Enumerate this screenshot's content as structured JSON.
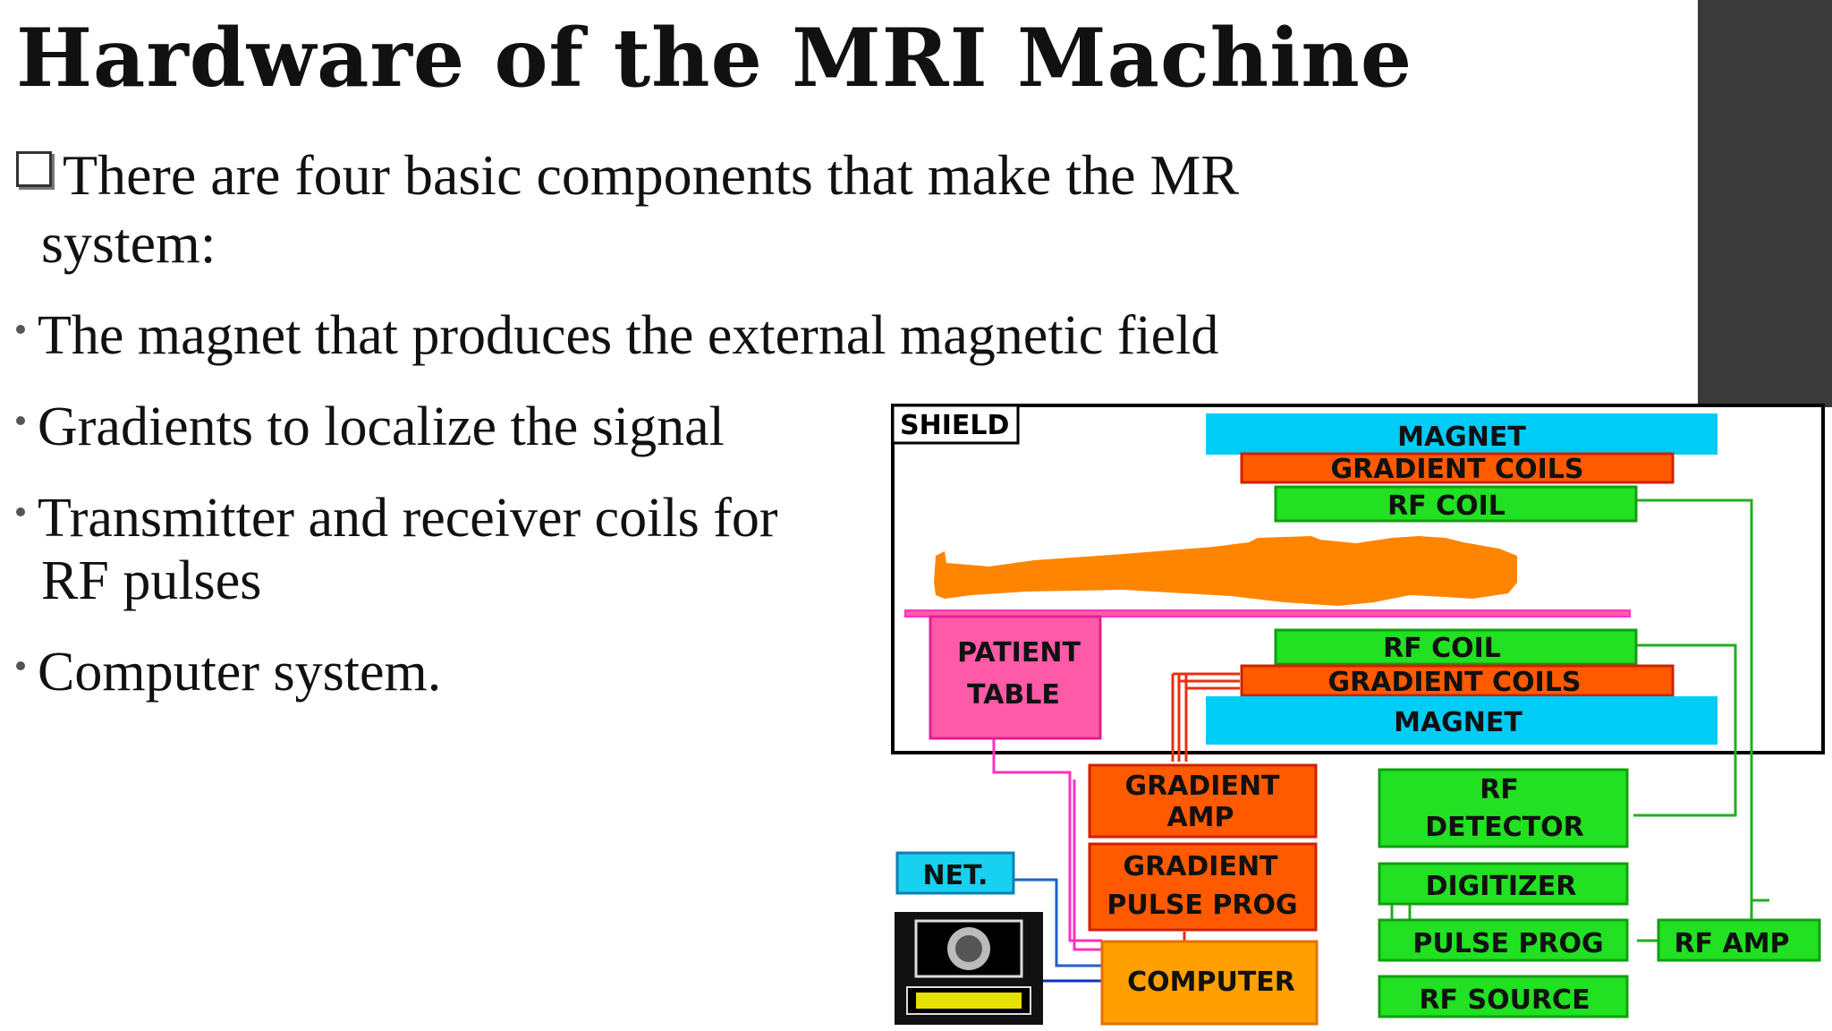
{
  "slide": {
    "title": "Hardware of the MRI Machine",
    "intro_line1": "There are four basic components that make the MR",
    "intro_line2": "system:",
    "bullets": [
      {
        "text": "The magnet that produces the external magnetic field",
        "cont": ""
      },
      {
        "text": "Gradients to localize the signal",
        "cont": ""
      },
      {
        "text": "Transmitter and receiver coils for",
        "cont": "RF pulses"
      },
      {
        "text": "Computer system.",
        "cont": ""
      }
    ]
  },
  "diagram": {
    "shield": "SHIELD",
    "magnet_top": "MAGNET",
    "gradient_coils_top": "GRADIENT  COILS",
    "rf_coil_top": "RF  COIL",
    "rf_coil_bottom": "RF  COIL",
    "gradient_coils_bottom": "GRADIENT  COILS",
    "magnet_bottom": "MAGNET",
    "patient_table_1": "PATIENT",
    "patient_table_2": "TABLE",
    "gradient_amp_1": "GRADIENT",
    "gradient_amp_2": "AMP",
    "gradient_pulse_1": "GRADIENT",
    "gradient_pulse_2": "PULSE PROG",
    "rf_detector_1": "RF",
    "rf_detector_2": "DETECTOR",
    "digitizer": "DIGITIZER",
    "pulse_prog": "PULSE PROG",
    "rf_source": "RF  SOURCE",
    "rf_amp": "RF AMP",
    "net": "NET.",
    "computer": "COMPUTER",
    "colors": {
      "magnet": "#00ccf5",
      "gradient": "#ff5a00",
      "rf": "#22e022",
      "patient": "#ff5aa8",
      "body": "#ff8500",
      "computer": "#ffa000",
      "net": "#18d0f0"
    }
  }
}
